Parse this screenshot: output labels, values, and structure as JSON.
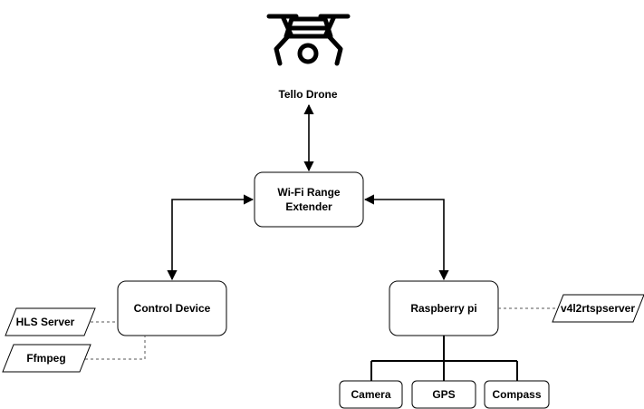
{
  "nodes": {
    "drone": {
      "label": "Tello Drone",
      "icon": "drone-icon"
    },
    "extender": {
      "line1": "Wi-Fi Range",
      "line2": "Extender"
    },
    "control": {
      "label": "Control Device"
    },
    "raspberry": {
      "label": "Raspberry pi"
    },
    "camera": {
      "label": "Camera"
    },
    "gps": {
      "label": "GPS"
    },
    "compass": {
      "label": "Compass"
    }
  },
  "software": {
    "hls": {
      "label": "HLS Server"
    },
    "ffmpeg": {
      "label": "Ffmpeg"
    },
    "v4l2": {
      "label": "v4l2rtspserver"
    }
  },
  "colors": {
    "stroke": "#000000",
    "fill": "#ffffff",
    "dashed": "#555555"
  }
}
